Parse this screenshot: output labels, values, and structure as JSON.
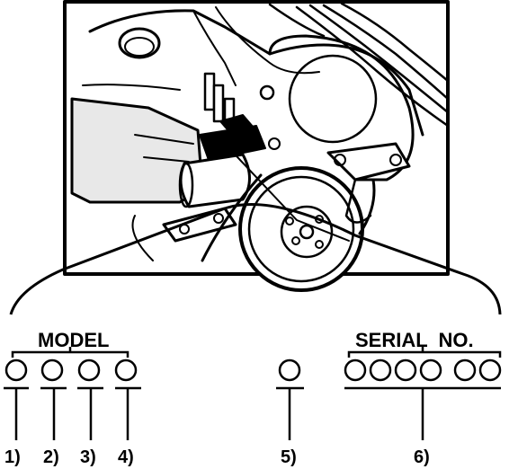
{
  "labels": {
    "model": "MODEL",
    "serial": "SERIAL  NO.",
    "callouts": [
      "1)",
      "2)",
      "3)",
      "4)",
      "5)",
      "6)"
    ]
  },
  "colors": {
    "ink": "#000000",
    "paper": "#ffffff",
    "shade": "#cfcfcf"
  },
  "model_circles": 4,
  "serial_circles": 6
}
